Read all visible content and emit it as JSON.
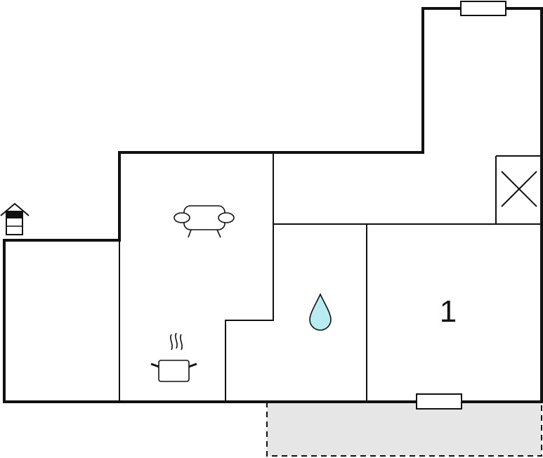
{
  "floorplan": {
    "rooms": [
      {
        "id": "living-room",
        "icon": "sofa-icon"
      },
      {
        "id": "kitchen",
        "icon": "cooking-pot-icon"
      },
      {
        "id": "bathroom",
        "icon": "water-drop-icon"
      },
      {
        "id": "bedroom",
        "label": "1"
      },
      {
        "id": "utility",
        "icon": "crossed-box-icon"
      },
      {
        "id": "side-room"
      }
    ],
    "entrance_icon": "house-entrance-icon",
    "terrace": {
      "style": "dashed-outline"
    },
    "colors": {
      "wall": "#111111",
      "water": "#b8ecf2",
      "terrace_fill": "#e6e6e6",
      "background": "#ffffff"
    }
  }
}
